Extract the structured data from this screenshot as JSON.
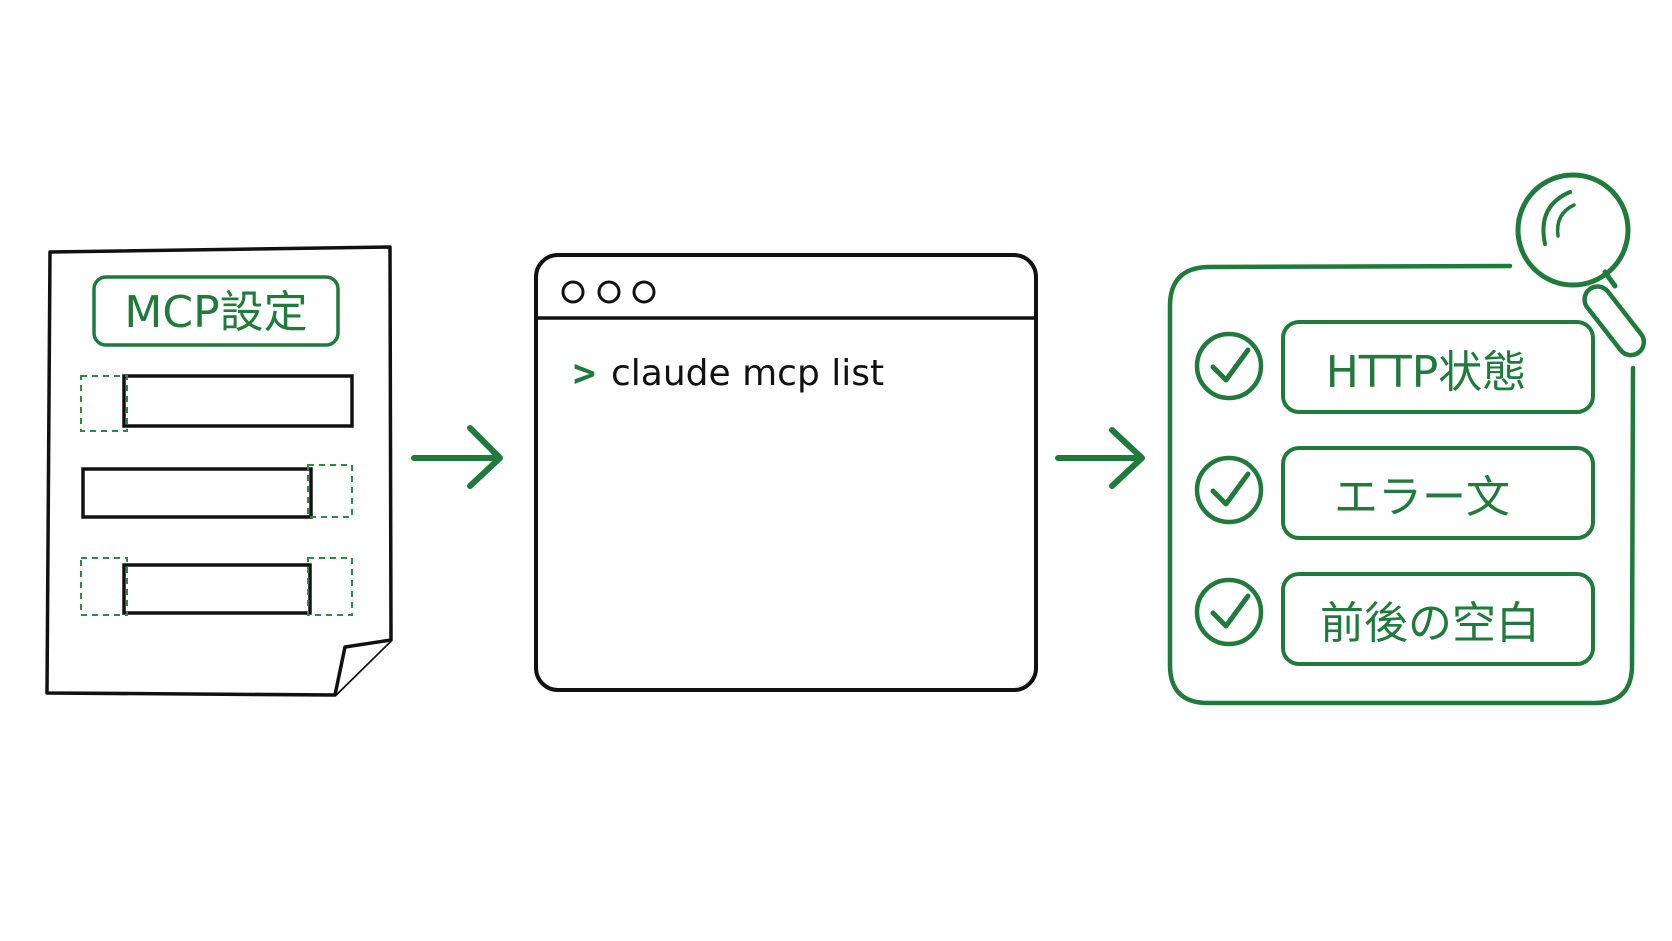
{
  "config_doc": {
    "title": "MCP設定",
    "rows": [
      "",
      "",
      ""
    ]
  },
  "terminal": {
    "prompt": ">",
    "command": "claude mcp list"
  },
  "checklist": {
    "items": [
      {
        "label": "HTTP状態",
        "icon": "check-circle-icon"
      },
      {
        "label": "エラー文",
        "icon": "check-circle-icon"
      },
      {
        "label": "前後の空白",
        "icon": "check-circle-icon"
      }
    ],
    "search_icon": "magnifier-icon"
  },
  "colors": {
    "ink": "#111111",
    "green": "#1f7a3c",
    "dashed": "#2f8a4a",
    "paper": "#ffffff"
  }
}
